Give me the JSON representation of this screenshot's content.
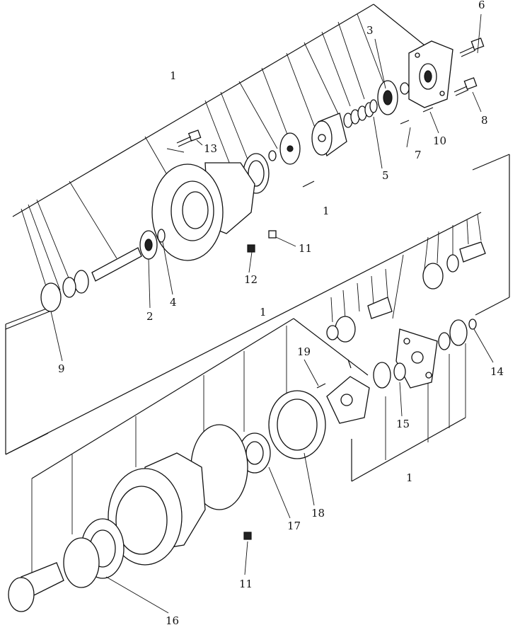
{
  "callouts": [
    {
      "id": "c1a",
      "text": "1"
    },
    {
      "id": "c1b",
      "text": "1"
    },
    {
      "id": "c1c",
      "text": "1"
    },
    {
      "id": "c1d",
      "text": "1"
    },
    {
      "id": "c2",
      "text": "2"
    },
    {
      "id": "c3",
      "text": "3"
    },
    {
      "id": "c4",
      "text": "4"
    },
    {
      "id": "c5",
      "text": "5"
    },
    {
      "id": "c6",
      "text": "6"
    },
    {
      "id": "c7",
      "text": "7"
    },
    {
      "id": "c8",
      "text": "8"
    },
    {
      "id": "c9",
      "text": "9"
    },
    {
      "id": "c10",
      "text": "10"
    },
    {
      "id": "c11a",
      "text": "11"
    },
    {
      "id": "c11b",
      "text": "11"
    },
    {
      "id": "c12",
      "text": "12"
    },
    {
      "id": "c13",
      "text": "13"
    },
    {
      "id": "c14",
      "text": "14"
    },
    {
      "id": "c15",
      "text": "15"
    },
    {
      "id": "c16",
      "text": "16"
    },
    {
      "id": "c17",
      "text": "17"
    },
    {
      "id": "c18",
      "text": "18"
    },
    {
      "id": "c19",
      "text": "19"
    }
  ]
}
